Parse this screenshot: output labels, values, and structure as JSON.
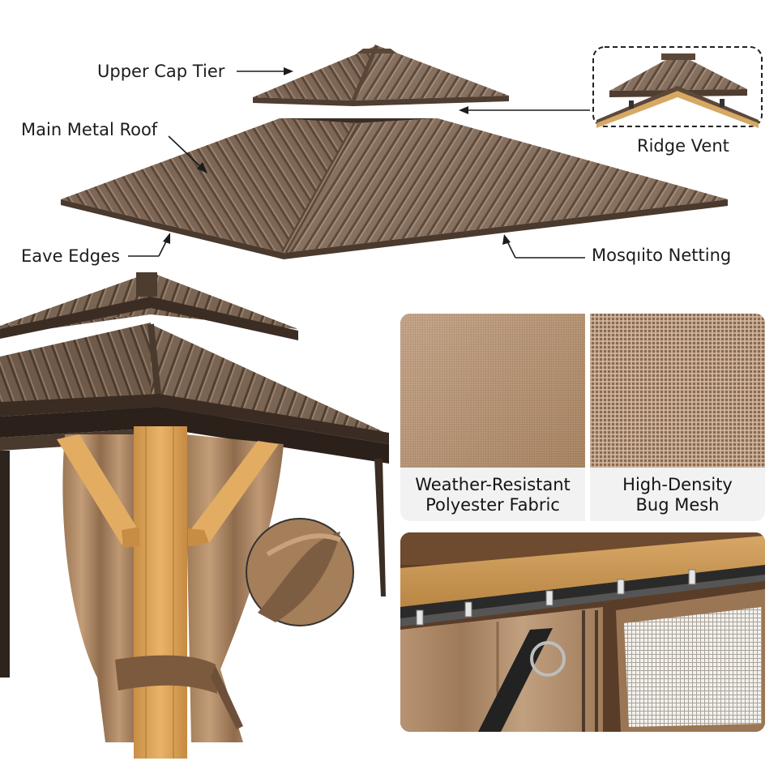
{
  "callouts": {
    "upper_cap_tier": "Upper Cap Tier",
    "main_metal_roof": "Main Metal Roof",
    "ridge_vent": "Ridge Vent",
    "eave_edges": "Eave Edges",
    "mosquito_netting": "Mosqıito Netting"
  },
  "swatches": {
    "fabric_line1": "Weather-Resistant",
    "fabric_line2": "Polyester Fabric",
    "mesh_line1": "High-Density",
    "mesh_line2": "Bug Mesh"
  },
  "colors": {
    "roof": "#7a6352",
    "roof_dark": "#4e3d30",
    "wood": "#d9a35a",
    "curtain": "#b08a66",
    "label_text": "#1c1c1c"
  }
}
